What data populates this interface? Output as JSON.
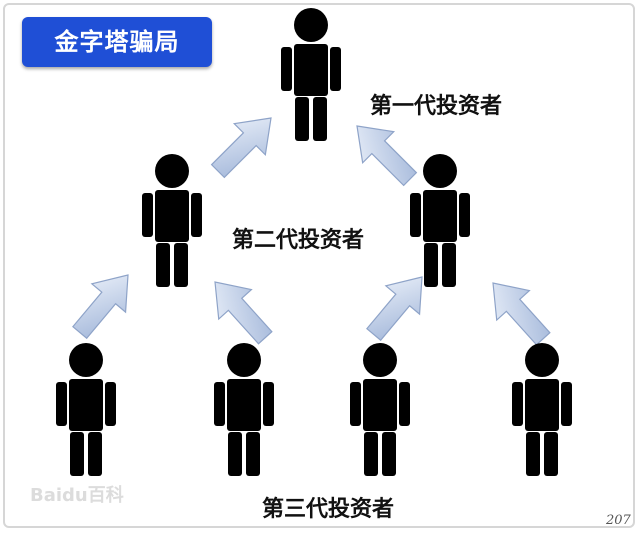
{
  "title": "金字塔骗局",
  "labels": {
    "generation_1": "第一代投资者",
    "generation_2": "第二代投资者",
    "generation_3": "第三代投资者"
  },
  "watermark": "Baidu百科",
  "page_number": "207",
  "colors": {
    "badge": "#1f4fd6",
    "figure": "#000000",
    "arrow_light": "#d9e4f5",
    "arrow_dark": "#9fb4d8"
  }
}
